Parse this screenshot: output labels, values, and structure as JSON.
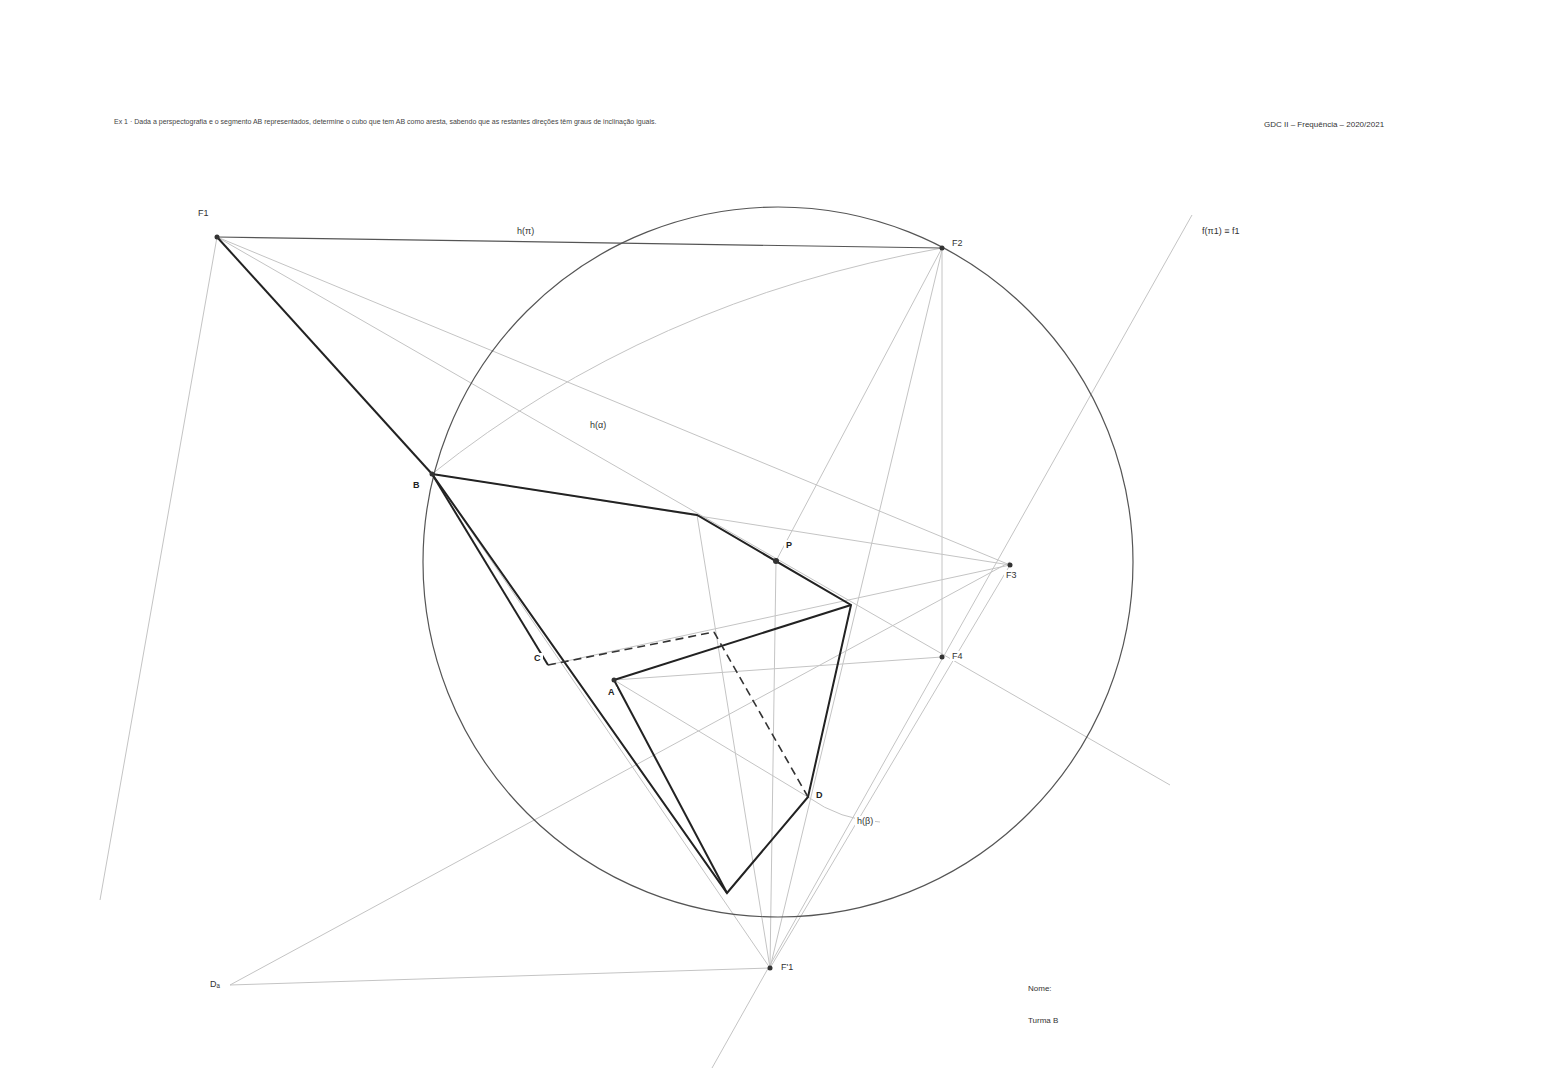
{
  "diagram": {
    "title": "Ex 1 · Dada a perspectografia e o segmento AB representados, determine o cubo que tem AB como aresta, sabendo que as restantes direções têm graus de inclinação iguais.",
    "labels": [
      "GDC II – Frequência – 2020/2021",
      "F1",
      "h(π)",
      "F2",
      "f(π1) ≡ f1",
      "h(α)",
      "B",
      "P",
      "F3",
      "F4",
      "A",
      "C",
      "D",
      "h(β)",
      "F'1",
      "Dₐ",
      "Nome:",
      "Turma B"
    ]
  }
}
